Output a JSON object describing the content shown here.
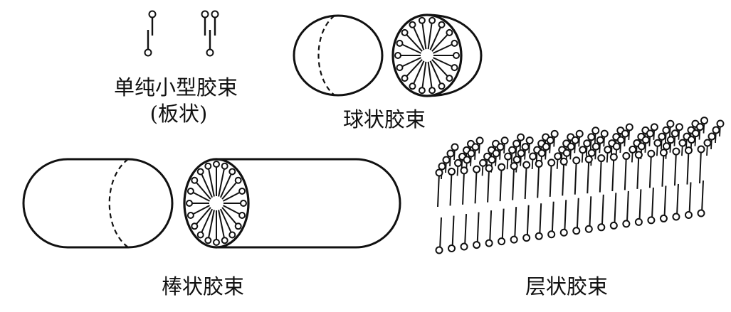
{
  "labels": {
    "small_micelle_line1": "单纯小型胶束",
    "small_micelle_line2": "(板状)",
    "spherical_micelle": "球状胶束",
    "rod_micelle": "棒状胶束",
    "lamellar_micelle": "层状胶束"
  },
  "colors": {
    "ink": "#111111",
    "background": "#ffffff"
  }
}
